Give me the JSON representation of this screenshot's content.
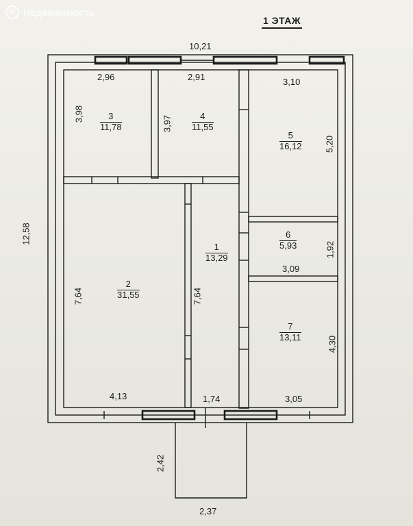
{
  "watermark": {
    "text": "Недвижимость"
  },
  "floor_title": "1 ЭТАЖ",
  "dimensions": {
    "overall_width": "10,21",
    "overall_height": "12,58",
    "room3_width": "2,96",
    "room4_width": "2,91",
    "room5_width": "3,10",
    "room3_height": "3,98",
    "room4_height": "3,97",
    "room5_height": "5,20",
    "room6_height": "1,92",
    "room6_width": "3,09",
    "room2_height": "7,64",
    "room1_height": "7,64",
    "room7_height": "4,30",
    "room2_width": "4,13",
    "room1_width": "1,74",
    "room7_width": "3,05",
    "porch_height": "2,42",
    "porch_width": "2,37"
  },
  "rooms": [
    {
      "num": "3",
      "area": "11,78"
    },
    {
      "num": "4",
      "area": "11,55"
    },
    {
      "num": "5",
      "area": "16,12"
    },
    {
      "num": "6",
      "area": "5,93"
    },
    {
      "num": "1",
      "area": "13,29"
    },
    {
      "num": "2",
      "area": "31,55"
    },
    {
      "num": "7",
      "area": "13,11"
    }
  ]
}
